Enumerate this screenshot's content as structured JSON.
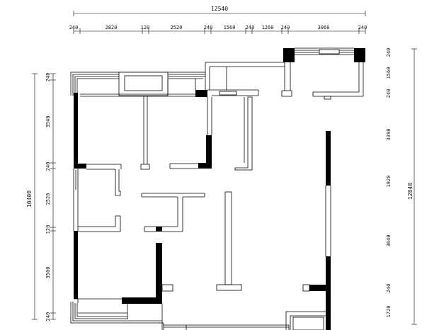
{
  "dimensions": {
    "top_total": "12540",
    "top_segments": [
      "240",
      "2820",
      "120",
      "2520",
      "240",
      "1560",
      "240",
      "1260",
      "240",
      "3060",
      "240"
    ],
    "left_total": "10400",
    "left_segments": [
      "240",
      "3540",
      "240",
      "2520",
      "120",
      "3500",
      "240"
    ],
    "right_total": "12840",
    "right_segments": [
      "240",
      "1560",
      "240",
      "3390",
      "1920",
      "3640",
      "240",
      "1720"
    ]
  }
}
